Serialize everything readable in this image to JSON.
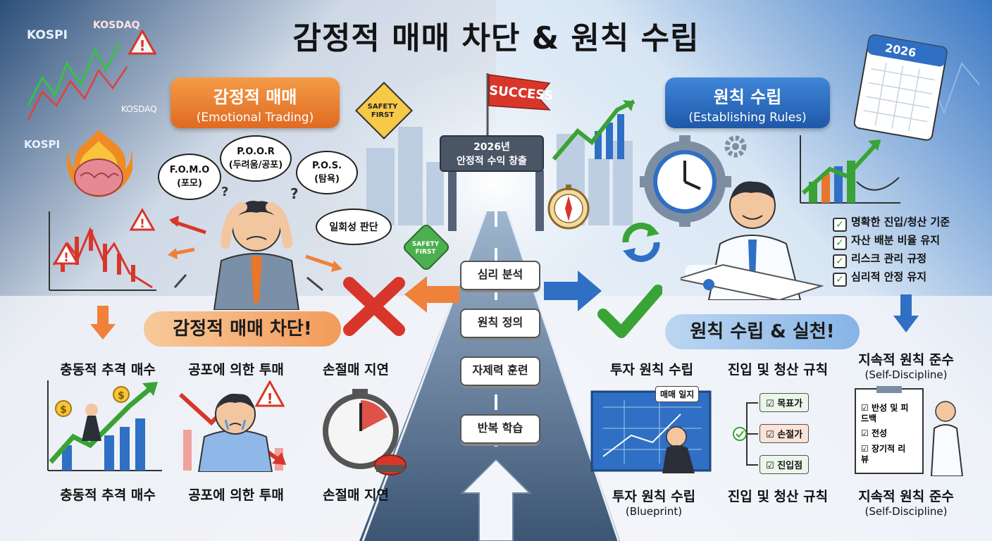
{
  "title": "감정적 매매 차단 & 원칙 수립",
  "left_header": {
    "main": "감정적 매매",
    "sub": "(Emotional Trading)"
  },
  "right_header": {
    "main": "원칙 수립",
    "sub": "(Establishing Rules)"
  },
  "ticker_labels": [
    "KOSPI",
    "KOSDAQ",
    "KOSDAQ",
    "KOSPI"
  ],
  "bubbles": {
    "fomo": {
      "line1": "F.O.M.O",
      "line2": "(포모)"
    },
    "poor": {
      "line1": "P.O.O.R",
      "line2": "(두려움/공포)"
    },
    "pos": {
      "line1": "P.O.S.",
      "line2": "(탐욕)"
    },
    "onetime": {
      "line1": "일회성 판단"
    }
  },
  "center": {
    "flag": "SUCCESS",
    "gate_line1": "2026년",
    "gate_line2": "안정적 수익 창출",
    "sign_top": "SAFETY FIRST",
    "sign_left": "SAFETY FIRST",
    "steps": [
      "심리 분석",
      "원칙 정의",
      "자제력 훈련",
      "반복 학습"
    ]
  },
  "calendar_year": "2026",
  "checklist": [
    "명확한 진입/청산 기준",
    "자산 배분 비율 유지",
    "리스크 관리 규정",
    "심리적 안정 유지"
  ],
  "left_banner": "감정적 매매 차단!",
  "right_banner": "원칙 수립 & 실천!",
  "left_items": {
    "top": [
      "충동적 추격 매수",
      "공포에 의한 투매",
      "손절매 지연"
    ],
    "bottom": [
      "충동적 추격 매수",
      "공포에 의한 투매",
      "손절매 지연"
    ]
  },
  "right_items": {
    "top": [
      {
        "main": "투자 원칙 수립",
        "sub": ""
      },
      {
        "main": "진입 및 청산 규칙",
        "sub": ""
      },
      {
        "main": "지속적 원칙 준수",
        "sub": "(Self-Discipline)"
      }
    ],
    "bottom": [
      {
        "main": "투자 원칙 수립",
        "sub": "(Blueprint)"
      },
      {
        "main": "진입 및 청산 규칙",
        "sub": ""
      },
      {
        "main": "지속적 원칙 준수",
        "sub": "(Self-Discipline)"
      }
    ]
  },
  "journal_tag": "매매 일지",
  "rule_rows": [
    "목표가",
    "손절가",
    "진입점"
  ],
  "review_rows": [
    "반성 및 피드백",
    "전성",
    "장기적 리뷰"
  ],
  "colors": {
    "orange": "#e8762b",
    "blue": "#2f6fc4",
    "green": "#3aa335",
    "red": "#d8362a"
  }
}
